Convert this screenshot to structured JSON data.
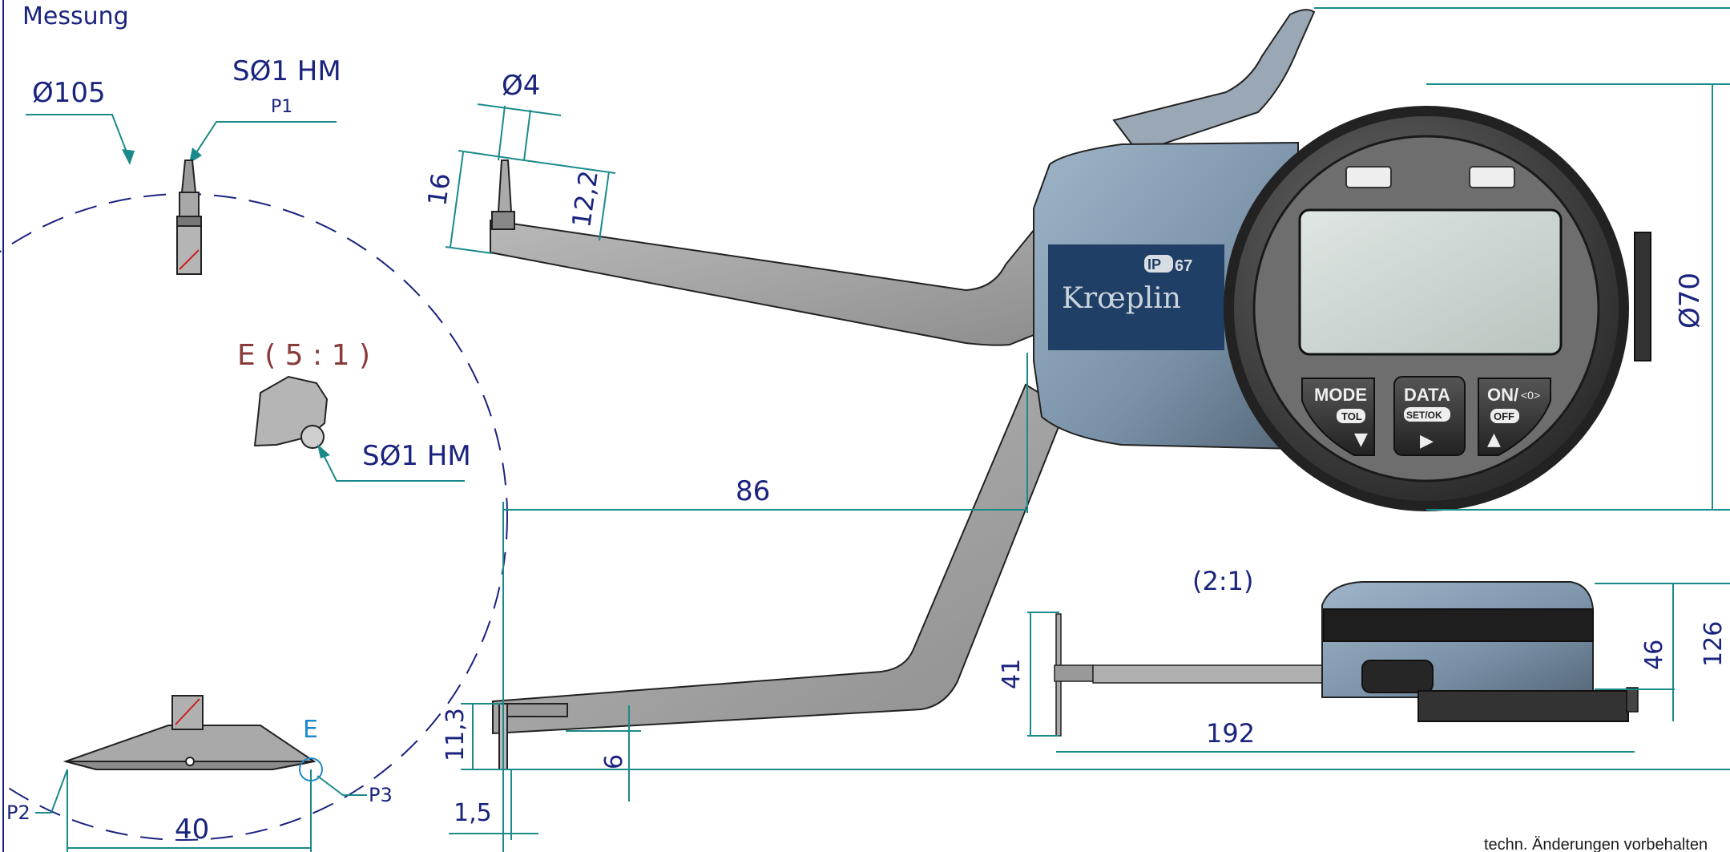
{
  "title": "Messung",
  "labels": {
    "dia105": "Ø105",
    "sdia1hm_p1": "SØ1 HM",
    "p1": "P1",
    "detail_e": "E ( 5 : 1 )",
    "sdia1hm_detail": "SØ1 HM",
    "e": "E",
    "p2": "P2",
    "p3": "P3",
    "dim40": "40",
    "dia4": "Ø4",
    "dim16": "16",
    "dim12_2": "12,2",
    "dim86": "86",
    "dim11_3": "11,3",
    "dim6": "6",
    "dim1_5": "1,5",
    "dia70": "Ø70",
    "scale21": "(2:1)",
    "dim41": "41",
    "dim192": "192",
    "dim46": "46",
    "dim126": "126"
  },
  "gauge": {
    "brand": "Krœplin",
    "ip_badge": "IP",
    "ip_rating": "67",
    "btn_mode": "MODE",
    "btn_mode_sub": "TOL",
    "btn_data": "DATA",
    "btn_data_sub": "SET/OK",
    "btn_on": "ON/",
    "btn_on_zero": "<0>",
    "btn_off_sub": "OFF"
  },
  "footer": "techn. Änderungen vorbehalten",
  "colors": {
    "dim_text": "#1a237e",
    "dim_line": "#1b8a8a",
    "detail_text": "#8b3a3a",
    "body_blue": "#7f97ad",
    "plate_blue": "#1f3f66"
  }
}
